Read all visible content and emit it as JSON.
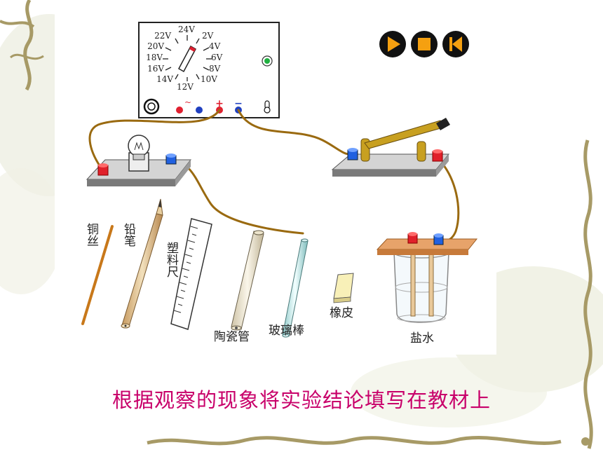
{
  "voltage_scale": [
    "24V",
    "2V",
    "4V",
    "6V",
    "8V",
    "10V",
    "12V",
    "14V",
    "16V",
    "18V",
    "20V",
    "22V"
  ],
  "terminal_signs": {
    "ac": "~",
    "plus": "+",
    "minus": "−"
  },
  "controls": {
    "play": {
      "icon": "play-icon"
    },
    "stop": {
      "icon": "stop-icon"
    },
    "rewind": {
      "icon": "skip-back-icon"
    }
  },
  "materials": {
    "copper_wire": "铜丝",
    "pencil": "铅笔",
    "plastic_ruler": "塑料尺",
    "ceramic_tube": "陶瓷管",
    "glass_rod": "玻璃棒",
    "eraser": "橡皮",
    "salt_water": "盐水"
  },
  "caption": "根据观察的现象将实验结论填写在教材上",
  "colors": {
    "caption": "#c8006a",
    "wire": "#9a6a10",
    "board_top": "#d4d4d4",
    "board_side": "#7a7a7a",
    "wood_plank": "#e7a36a",
    "terminal_red": "#e0202a",
    "terminal_blue": "#2060e0",
    "button_bg": "#111111",
    "button_icon": "#f5a010"
  }
}
